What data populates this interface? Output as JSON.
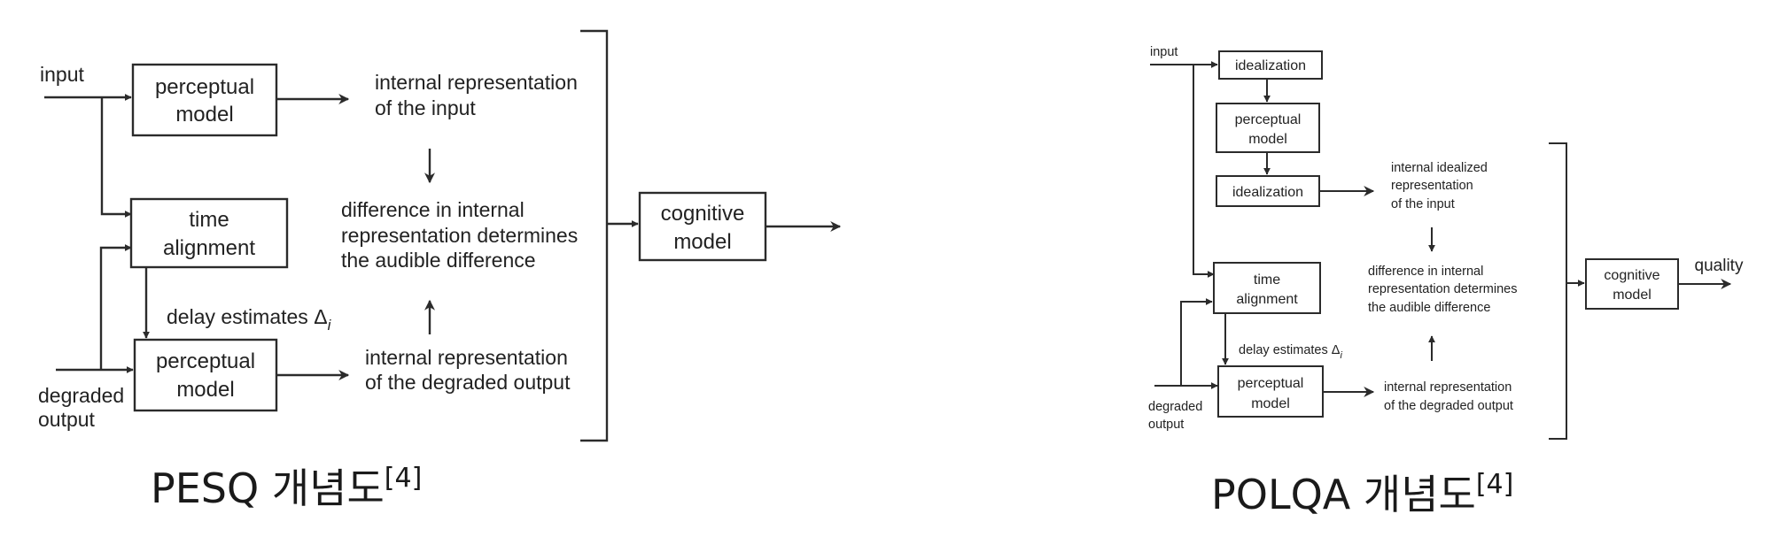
{
  "pesq": {
    "input_label": "input",
    "perceptual_model_top": [
      "perceptual",
      "model"
    ],
    "time_alignment": [
      "time",
      "alignment"
    ],
    "perceptual_model_bottom": [
      "perceptual",
      "model"
    ],
    "degraded_output_label": [
      "degraded",
      "output"
    ],
    "delay_estimates": "delay estimates Δ",
    "delay_subscript": "i",
    "internal_rep_input": [
      "internal representation",
      "of the input"
    ],
    "difference_text": [
      "difference in internal",
      "representation determines",
      "the audible difference"
    ],
    "internal_rep_degraded": [
      "internal representation",
      "of the degraded output"
    ],
    "cognitive_model": [
      "cognitive",
      "model"
    ],
    "caption": "PESQ 개념도",
    "caption_ref": "[4]"
  },
  "polqa": {
    "input_label": "input",
    "idealization_top": "idealization",
    "perceptual_model_top": [
      "perceptual",
      "model"
    ],
    "idealization_bottom": "idealization",
    "time_alignment": [
      "time",
      "alignment"
    ],
    "perceptual_model_bottom": [
      "perceptual",
      "model"
    ],
    "degraded_output_label": [
      "degraded",
      "output"
    ],
    "delay_estimates": "delay estimates Δ",
    "delay_subscript": "i",
    "internal_idealized": [
      "internal idealized",
      "representation",
      "of the input"
    ],
    "difference_text": [
      "difference in internal",
      "representation determines",
      "the audible difference"
    ],
    "internal_rep_degraded": [
      "internal representation",
      "of the degraded output"
    ],
    "cognitive_model": [
      "cognitive",
      "model"
    ],
    "quality_label": "quality",
    "caption": "POLQA 개념도",
    "caption_ref": "[4]"
  }
}
